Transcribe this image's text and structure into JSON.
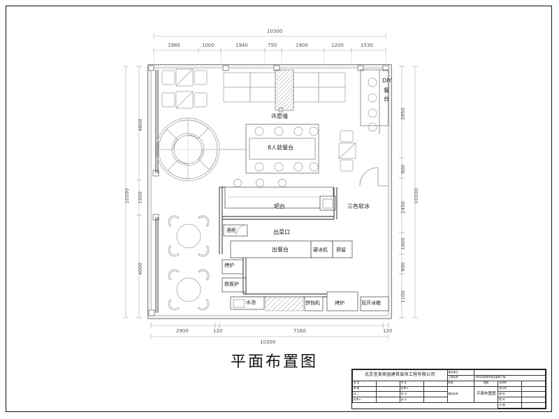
{
  "sheet": {
    "title": "平面布置图",
    "scale_note": "10300"
  },
  "dimensions": {
    "top": {
      "total": "10300",
      "segments": [
        "1980",
        "1000",
        "1940",
        "750",
        "1900",
        "1200",
        "1530"
      ]
    },
    "left": {
      "total": "10300",
      "segments": [
        "4800",
        "1500",
        "4000"
      ]
    },
    "right": {
      "total": "10300",
      "segments": [
        "3950",
        "900",
        "2450",
        "1000",
        "900",
        "1100"
      ]
    },
    "bottom": {
      "total": "10300",
      "segments": [
        "2900",
        "120",
        "7160",
        "120"
      ]
    }
  },
  "room_labels": [
    {
      "key": "wish_wall",
      "text": "许愿墙"
    },
    {
      "key": "dining_table_8",
      "text": "8人就餐台"
    },
    {
      "key": "diy_counter",
      "text": "DIY\n餐台"
    },
    {
      "key": "bar_counter",
      "text": "吧台"
    },
    {
      "key": "soft_ice",
      "text": "三色软冰"
    },
    {
      "key": "dish_window",
      "text": "出菜口"
    },
    {
      "key": "wine_cabinet",
      "text": "酒柜"
    },
    {
      "key": "serving_counter",
      "text": "出餐台"
    },
    {
      "key": "hard_ice_machine",
      "text": "硬冰机"
    },
    {
      "key": "reserved",
      "text": "预留"
    },
    {
      "key": "fryer",
      "text": "烤炉"
    },
    {
      "key": "griddle",
      "text": "铁板炉"
    },
    {
      "key": "sink",
      "text": "水池"
    },
    {
      "key": "crepe_machine",
      "text": "饼铛机"
    },
    {
      "key": "oven",
      "text": "烤炉"
    },
    {
      "key": "double_fridge",
      "text": "双开冰箱"
    }
  ],
  "labels": {
    "wish_wall": "许愿墙",
    "dining_table_8": "8人就餐台",
    "diy_line1": "DIY",
    "diy_line2": "餐",
    "diy_line3": "台",
    "bar_counter": "吧台",
    "soft_ice": "三色软冰",
    "dish_window": "出菜口",
    "wine_cabinet": "酒柜",
    "serving_counter": "出餐台",
    "hard_ice_machine": "硬冰机",
    "reserved": "预留",
    "fryer": "烤炉",
    "griddle": "铁板炉",
    "sink": "水池",
    "crepe_machine": "饼铛机",
    "oven": "烤炉",
    "double_fridge": "双开冰箱"
  },
  "title_block": {
    "company": "北京宜美家园建筑装饰工程有限公司",
    "drawing_name": "平面布置图",
    "rows_left": [
      {
        "label": "审 定",
        "value": ""
      },
      {
        "label": "审 核",
        "value": ""
      },
      {
        "label": "成 二",
        "value": ""
      },
      {
        "label": "负责人",
        "value": ""
      }
    ],
    "rows_mid": [
      {
        "label": "专 业",
        "value": ""
      },
      {
        "label": "负责人",
        "value": ""
      },
      {
        "label": "校 对",
        "value": ""
      },
      {
        "label": "设 计",
        "value": ""
      }
    ],
    "rows_right": [
      {
        "label": "建设单位",
        "value": ""
      },
      {
        "label": "工程名称",
        "value": "伊利冰淇淋专卖店装修工程"
      },
      {
        "label": "项  目",
        "value": "图纸"
      }
    ],
    "proj_stage_label": "图纸名称",
    "col_right": [
      {
        "label": "合同号",
        "value": ""
      },
      {
        "label": "设计号",
        "value": ""
      },
      {
        "label": "图  别",
        "value": ""
      },
      {
        "label": "图  号",
        "value": ""
      },
      {
        "label": "日  期",
        "value": ""
      }
    ],
    "phase_label": "阶段"
  },
  "colors": {
    "line": "#1a1a1a",
    "thin": "#8a8a8a",
    "dim": "#9a9a9a",
    "wall_fill": "#e8e8e8",
    "hatch": "#b0b0b0",
    "paper": "#ffffff"
  }
}
